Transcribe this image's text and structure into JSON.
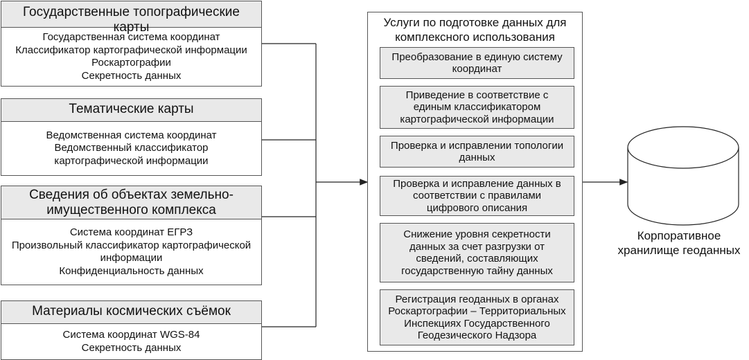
{
  "sources": [
    {
      "header_lines": [
        "Государственные топографические карты"
      ],
      "body_lines": [
        "Государственная система координат",
        "Классификатор картографической информации",
        "Роскартографии",
        "Секретность данных"
      ]
    },
    {
      "header_lines": [
        "Тематические карты"
      ],
      "body_lines": [
        "Ведомственная система координат",
        "Ведомственный классификатор",
        "картографической информации"
      ]
    },
    {
      "header_lines": [
        "Сведения об объектах земельно-",
        "имущественного комплекса"
      ],
      "body_lines": [
        "Система координат ЕГРЗ",
        "Произвольный классификатор картографической",
        "информации",
        "Конфиденциальность данных"
      ]
    },
    {
      "header_lines": [
        "Материалы космических съёмок"
      ],
      "body_lines": [
        "Система координат WGS-84",
        "Секретность данных"
      ]
    }
  ],
  "services": {
    "title_lines": [
      "Услуги по подготовке данных для",
      "комплексного использования"
    ],
    "steps": [
      [
        "Преобразование в единую систему",
        "координат"
      ],
      [
        "Приведение в соответствие с",
        "единым классификатором",
        "картографической информации"
      ],
      [
        "Проверка и исправлении топологии",
        "данных"
      ],
      [
        "Проверка и исправление данных в",
        "соответствии с правилами",
        "цифрового описания"
      ],
      [
        "Снижение уровня секретности",
        "данных за счет разгрузки от",
        "сведений, составляющих",
        "государственную тайну данных"
      ],
      [
        "Регистрация геоданных в органах",
        "Роскартографии – Территориальных",
        "Инспекциях Государственного",
        "Геодезического Надзора"
      ]
    ]
  },
  "storage": {
    "label_lines": [
      "Корпоративное",
      "хранилище геоданных"
    ],
    "icon": "database-cylinder-icon"
  }
}
